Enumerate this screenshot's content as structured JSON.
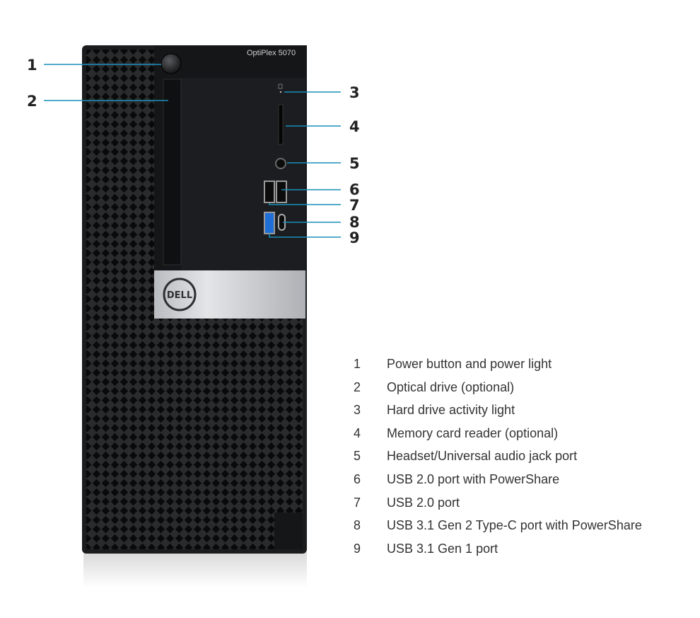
{
  "product": {
    "model_label": "OptiPlex 5070",
    "brand_logo_text": "DELL"
  },
  "callouts": [
    "1",
    "2",
    "3",
    "4",
    "5",
    "6",
    "7",
    "8",
    "9"
  ],
  "legend": [
    {
      "number": "1",
      "text": "Power button and power light"
    },
    {
      "number": "2",
      "text": "Optical drive (optional)"
    },
    {
      "number": "3",
      "text": "Hard drive activity light"
    },
    {
      "number": "4",
      "text": "Memory card reader (optional)"
    },
    {
      "number": "5",
      "text": "Headset/Universal audio jack port"
    },
    {
      "number": "6",
      "text": "USB 2.0 port with PowerShare"
    },
    {
      "number": "7",
      "text": "USB 2.0 port"
    },
    {
      "number": "8",
      "text": "USB 3.1 Gen 2 Type-C port with PowerShare"
    },
    {
      "number": "9",
      "text": "USB 3.1 Gen 1 port"
    }
  ],
  "colors": {
    "callout_line": "#1a8fb8",
    "chassis": "#1b1c1e",
    "bezel_silver": "#c9ccd0",
    "usb3_blue": "#1f6fd6"
  }
}
